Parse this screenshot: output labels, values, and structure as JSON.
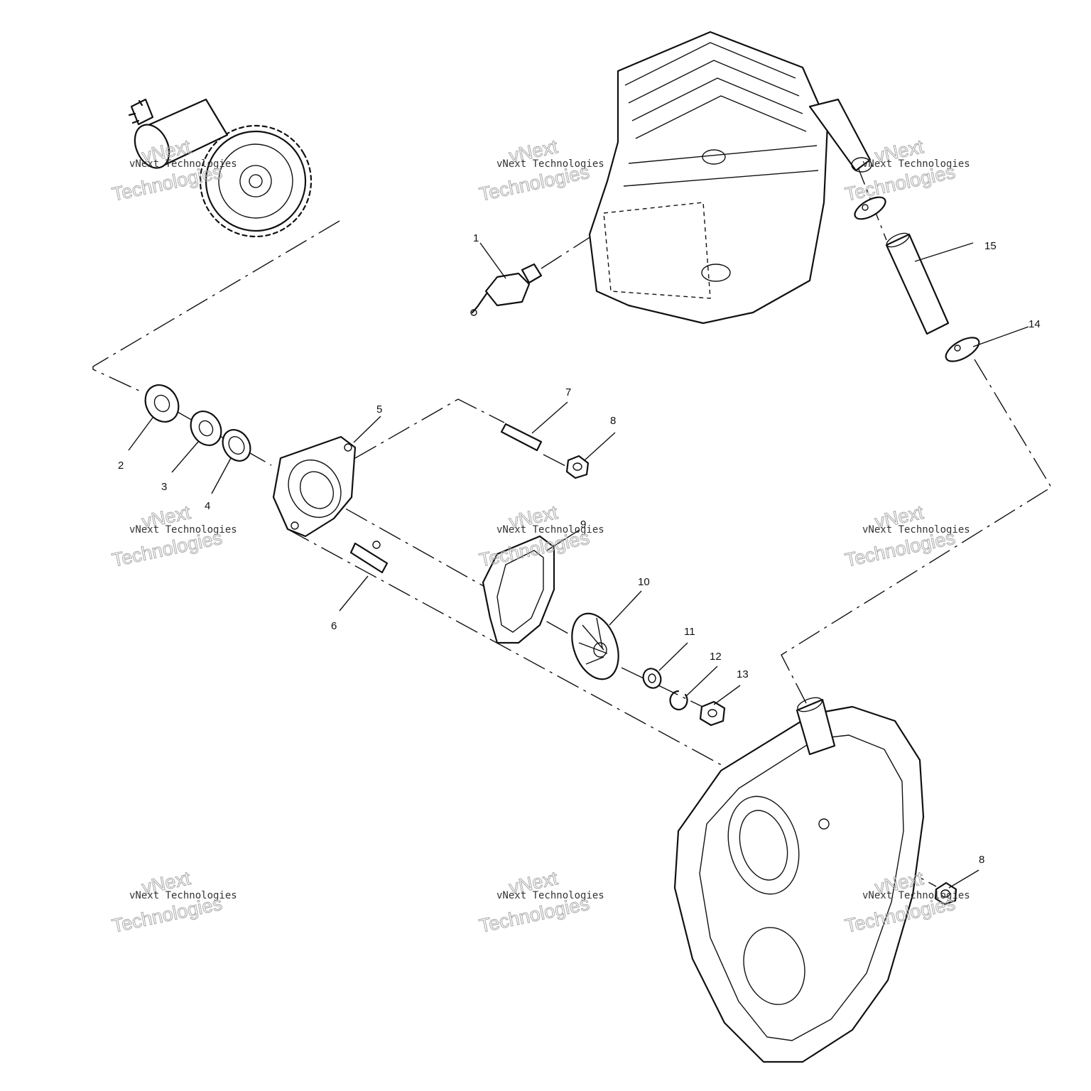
{
  "callouts": [
    "1",
    "2",
    "3",
    "4",
    "5",
    "6",
    "7",
    "8",
    "9",
    "10",
    "11",
    "12",
    "13",
    "14",
    "15",
    "8"
  ],
  "watermark": {
    "line1": "vNext",
    "line2": "vNext Technologies",
    "line3": "Technologies"
  },
  "colors": {
    "ink": "#111111",
    "background": "#ffffff",
    "watermark": "#aaaaaa"
  }
}
